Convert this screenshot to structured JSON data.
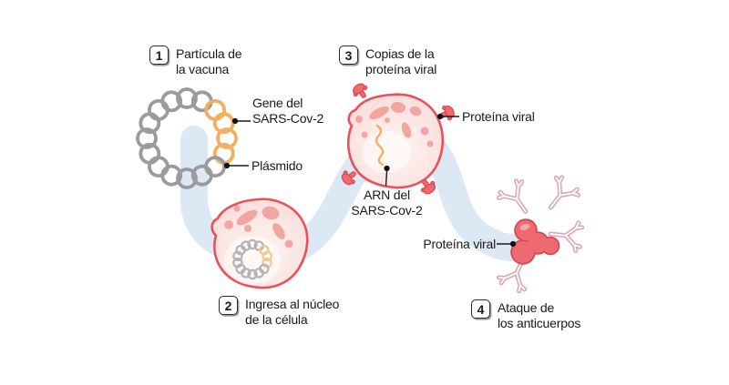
{
  "figure": {
    "steps": [
      {
        "num": "1",
        "line1": "Partícula de",
        "line2": "la vacuna"
      },
      {
        "num": "2",
        "line1": "Ingresa al núcleo",
        "line2": "de la célula"
      },
      {
        "num": "3",
        "line1": "Copias de la",
        "line2": "proteína viral"
      },
      {
        "num": "4",
        "line1": "Ataque de",
        "line2": "los anticuerpos"
      }
    ],
    "labels": {
      "gene_line1": "Gene del",
      "gene_line2": "SARS-Cov-2",
      "plasmid": "Plásmido",
      "viral_protein_cell": "Proteína viral",
      "rna_line1": "ARN del",
      "rna_line2": "SARS-Cov-2",
      "viral_protein_antibody": "Proteína viral"
    },
    "colors": {
      "flow-blue": "#dce8f4",
      "cell-stroke": "#e8515a",
      "organelle": "#f3a6a1",
      "plasmid-gray": "#9b9b9d",
      "plasmid-gray-light": "#b3b3b5",
      "plasmid-orange": "#f3ae62",
      "plasmid-orange-light": "#f4c68c",
      "protein-red": "#ed6b70",
      "protein-dark": "#d64852",
      "antibody-pink": "#dba6b4",
      "text": "#1a1a1a"
    }
  }
}
